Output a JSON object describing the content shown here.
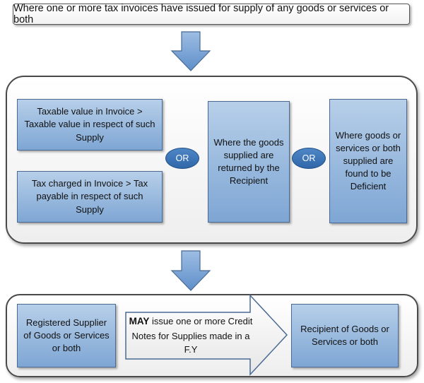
{
  "header": {
    "text": "Where one or more tax invoices have issued for supply of any goods or services or both"
  },
  "conditions": {
    "value_box": "Taxable value in Invoice > Taxable value in respect of such Supply",
    "tax_box": "Tax charged in Invoice > Tax payable in respect of such Supply",
    "or_1": "OR",
    "returned_box": "Where the goods supplied are returned by the Recipient",
    "or_2": "OR",
    "deficient_box": "Where goods or services or both supplied are found to be Deficient"
  },
  "result": {
    "supplier_box": "Registered Supplier of Goods or Services or both",
    "action_emphasis": "MAY",
    "action_text": " issue one or more Credit Notes for Supplies made in a F.Y",
    "recipient_box": "Recipient of Goods or Services or both"
  },
  "colors": {
    "box_blue_top": "#b7cfe9",
    "box_blue_bottom": "#7ea6d4",
    "arrow_blue": "#6f9bd0",
    "or_blue": "#3a72b5",
    "panel_border": "#4a4a4a"
  }
}
